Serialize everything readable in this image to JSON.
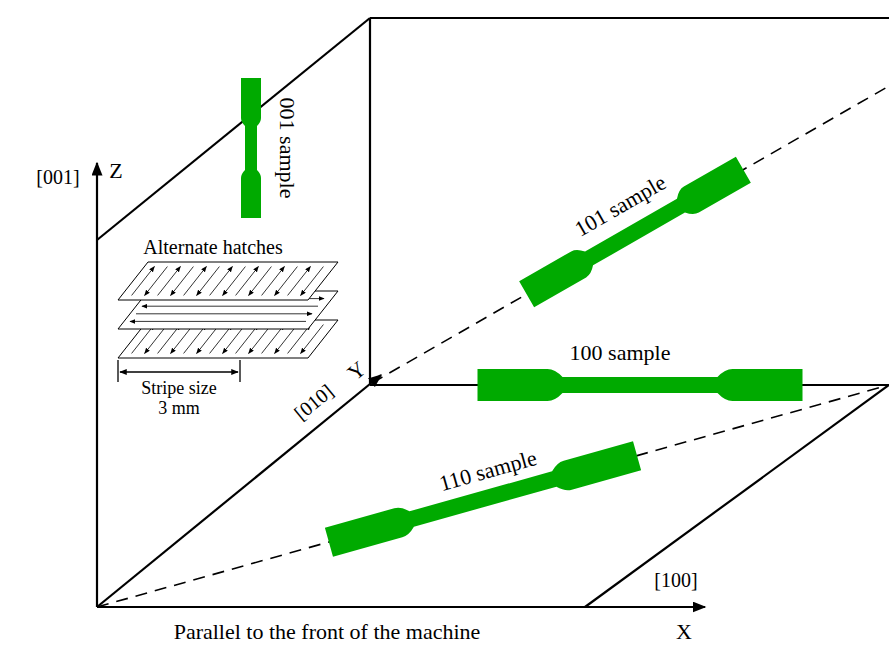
{
  "diagram": {
    "labels": [
      "[001]",
      "Z",
      "Alternate hatches",
      "Stripe size",
      "3 mm",
      "001 sample",
      "101 sample",
      "100 sample",
      "110 sample",
      "[010]",
      "Y",
      "[100]",
      "X",
      "Parallel to the front of the machine"
    ]
  }
}
